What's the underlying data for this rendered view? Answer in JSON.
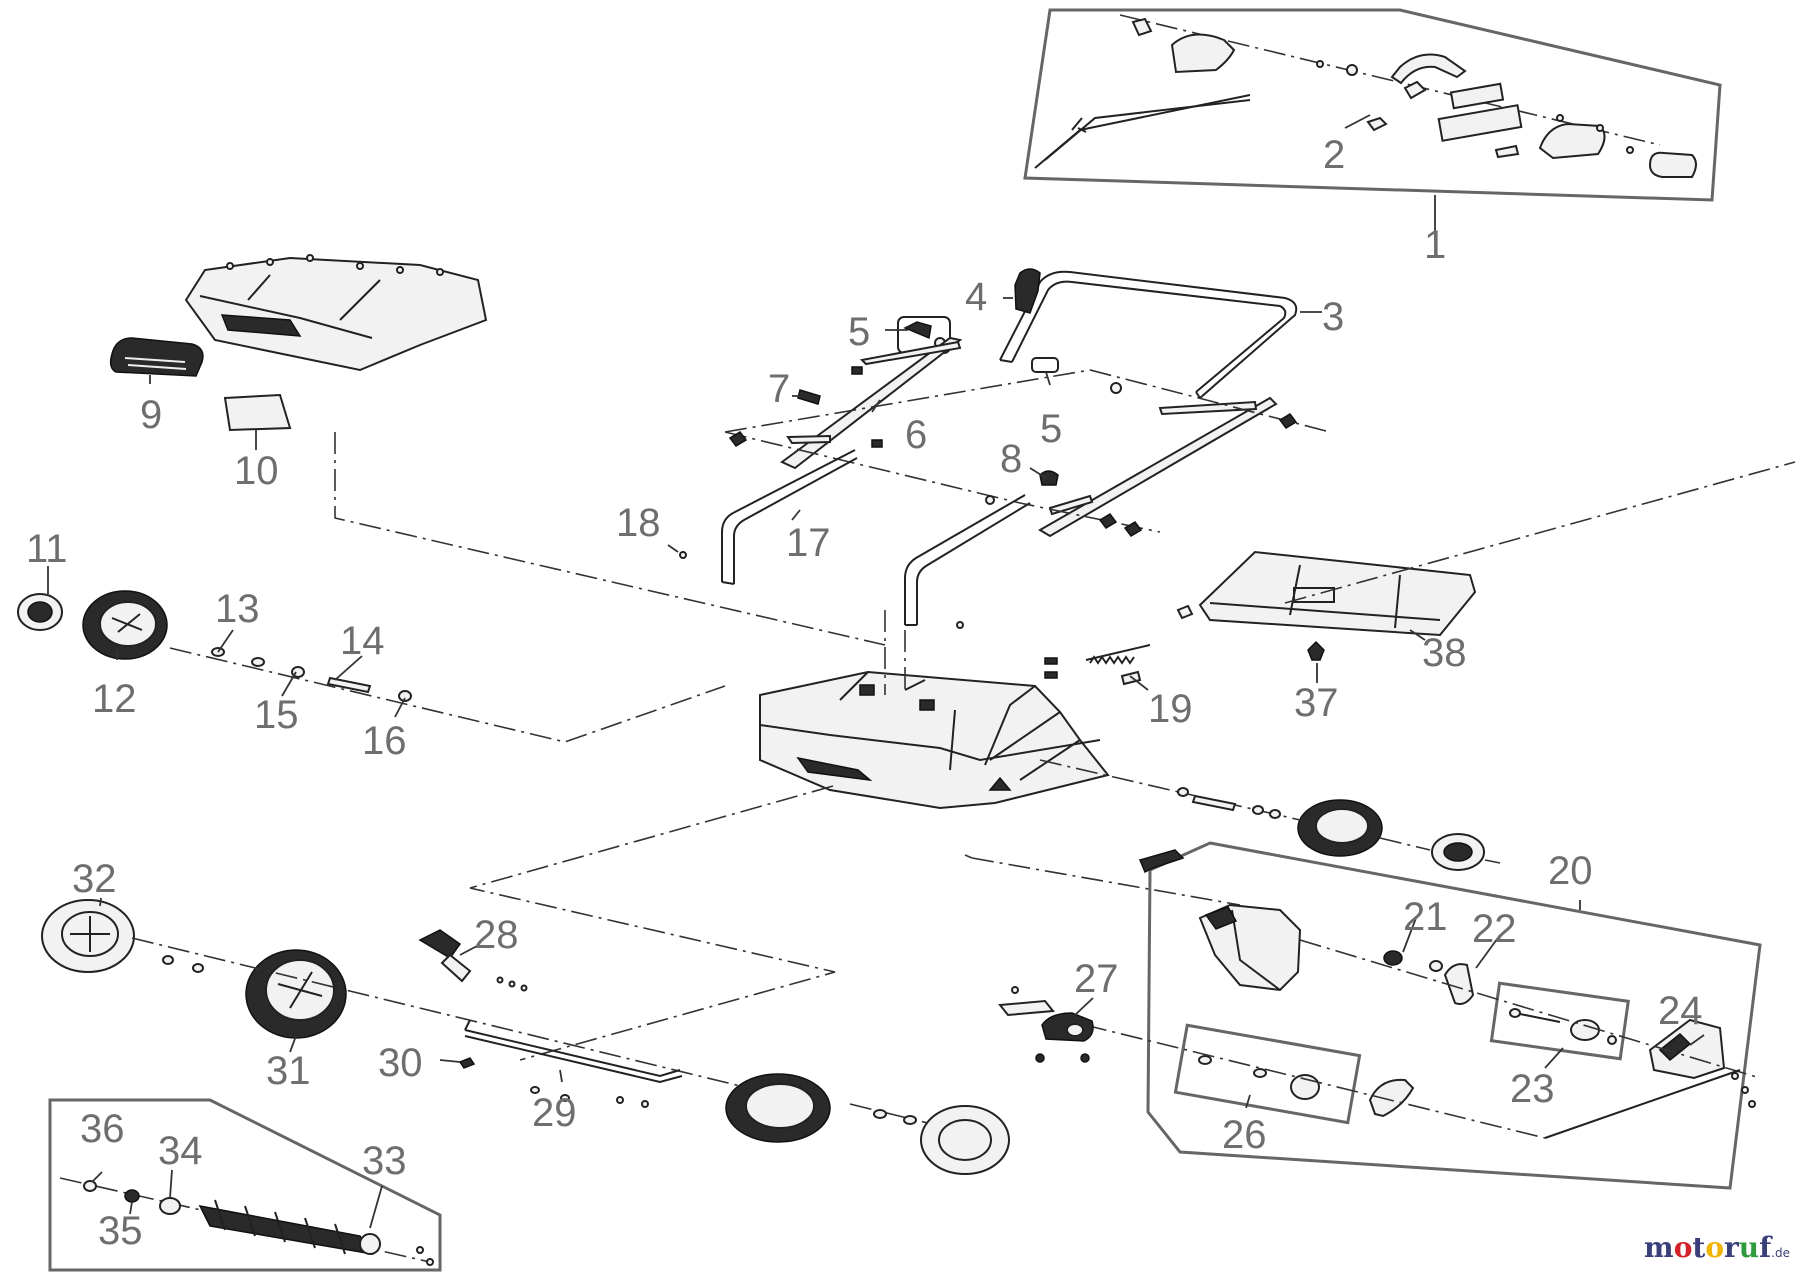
{
  "diagram": {
    "labels": {
      "p1": "1",
      "p2": "2",
      "p3": "3",
      "p4": "4",
      "p5a": "5",
      "p5b": "5",
      "p6": "6",
      "p7": "7",
      "p8": "8",
      "p9": "9",
      "p10": "10",
      "p11": "11",
      "p12": "12",
      "p13": "13",
      "p14": "14",
      "p15": "15",
      "p16": "16",
      "p17": "17",
      "p18": "18",
      "p19": "19",
      "p20": "20",
      "p21": "21",
      "p22": "22",
      "p23": "23",
      "p24": "24",
      "p26": "26",
      "p27": "27",
      "p28": "28",
      "p29": "29",
      "p30": "30",
      "p31": "31",
      "p32": "32",
      "p33": "33",
      "p34": "34",
      "p35": "35",
      "p36": "36",
      "p37": "37",
      "p38": "38"
    }
  },
  "watermark": {
    "letters": [
      "m",
      "o",
      "t",
      "o",
      "r",
      "u",
      "f"
    ],
    "colors": [
      "#3a3f7a",
      "#d2232a",
      "#3a3f7a",
      "#f0b400",
      "#3a3f7a",
      "#2e9b3e",
      "#3a3f7a"
    ],
    "suffix": ".de"
  }
}
